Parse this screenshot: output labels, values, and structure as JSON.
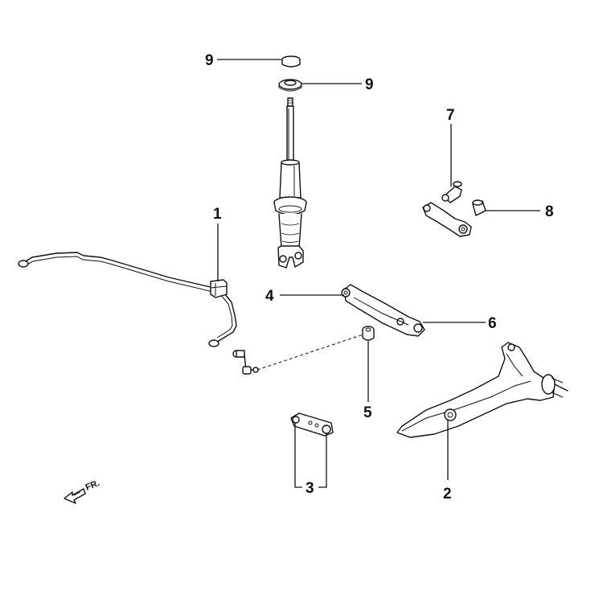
{
  "callouts": {
    "c1": "1",
    "c2": "2",
    "c3": "3",
    "c4": "4",
    "c5": "5",
    "c6": "6",
    "c7": "7",
    "c8": "8",
    "c9_upper": "9",
    "c9_lower": "9"
  },
  "direction_label": "FR."
}
